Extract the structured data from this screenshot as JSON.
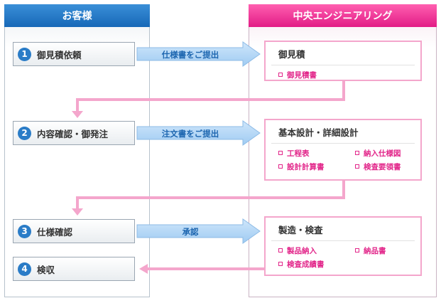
{
  "customer": {
    "title": "お客様"
  },
  "company": {
    "title": "中央エンジニアリング"
  },
  "steps": [
    {
      "num": "1",
      "label": "御見積依頼"
    },
    {
      "num": "2",
      "label": "内容確認・御発注"
    },
    {
      "num": "3",
      "label": "仕様確認"
    },
    {
      "num": "4",
      "label": "検収"
    }
  ],
  "arrows": [
    {
      "label": "仕様書をご提出"
    },
    {
      "label": "注文書をご提出"
    },
    {
      "label": "承認"
    }
  ],
  "boxes": [
    {
      "title": "御見積",
      "items": [
        "御見積書"
      ]
    },
    {
      "title": "基本設計・詳細設計",
      "items": [
        "工程表",
        "納入仕様図",
        "設計計算書",
        "検査要領書"
      ]
    },
    {
      "title": "製造・検査",
      "items": [
        "製品納入",
        "納品書",
        "検査成績書"
      ]
    }
  ]
}
